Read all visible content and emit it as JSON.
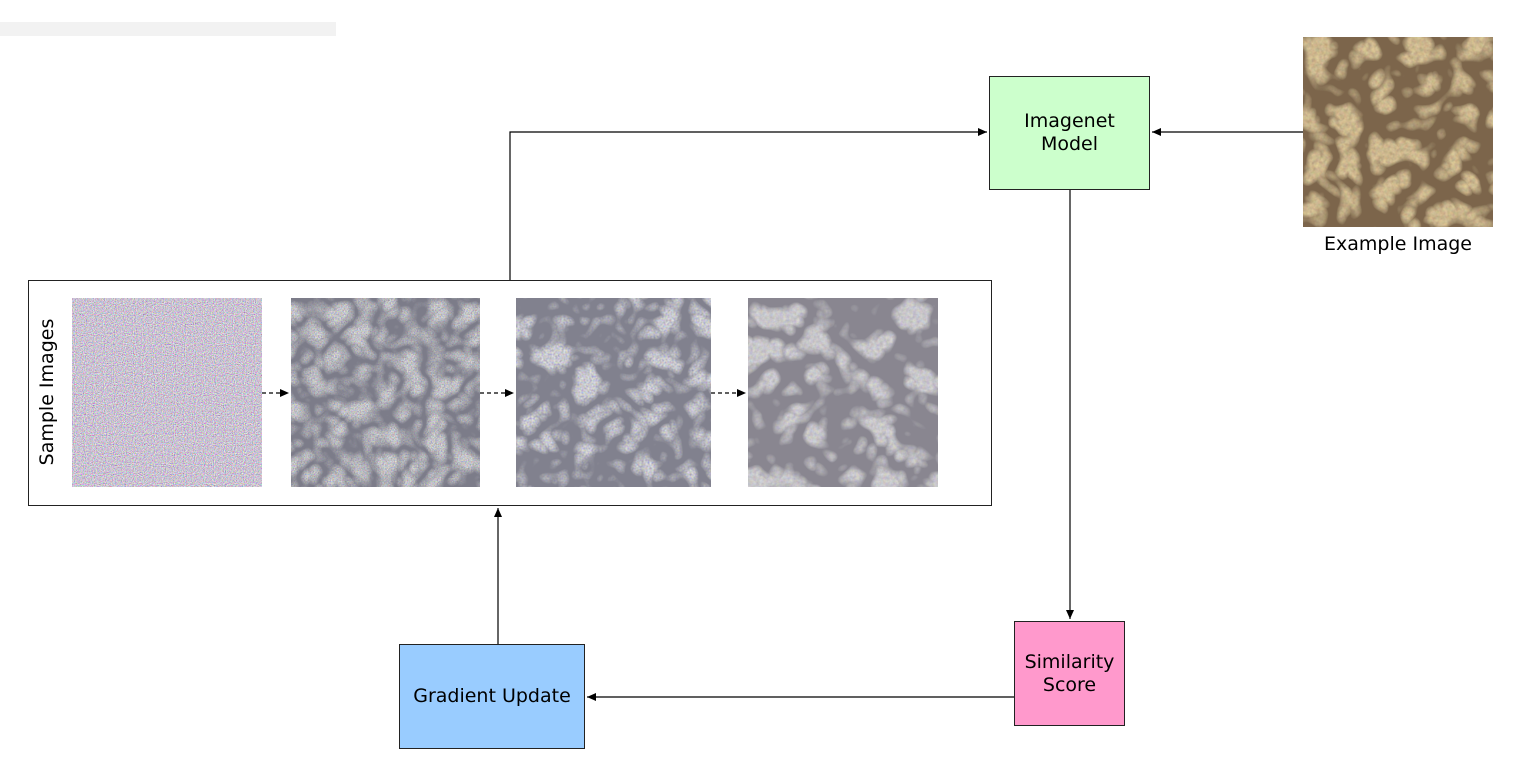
{
  "diagram": {
    "imagenet_node": {
      "label": "Imagenet\nModel",
      "fill": "#ccffcc"
    },
    "similarity_node": {
      "label": "Similarity\nScore",
      "fill": "#ff99cc"
    },
    "gradient_node": {
      "label": "Gradient Update",
      "fill": "#99ccff"
    },
    "samples_panel": {
      "label": "Sample Images",
      "count": 4
    },
    "example": {
      "label": "Example Image"
    }
  }
}
